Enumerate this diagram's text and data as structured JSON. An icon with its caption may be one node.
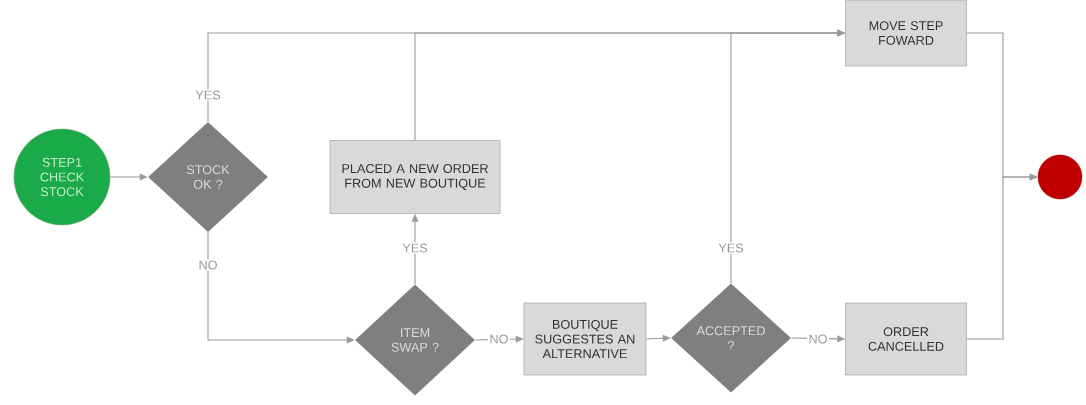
{
  "diagram": {
    "nodes": [
      {
        "text": [
          "STEP1 CHECK STOCK"
        ]
      },
      {
        "text": [
          "STOCK OK ?"
        ]
      },
      {
        "text": [
          "PLACED A NEW ORDER FROM NEW BOUTIQUE"
        ]
      },
      {
        "text": [
          "MOVE STEP FOWARD"
        ]
      },
      {
        "text": [
          "ITEM SWAP ?"
        ]
      },
      {
        "text": [
          "BOUTIQUE SUGGESTES AN ALTERNATIVE"
        ]
      },
      {
        "text": [
          "ACCEPTED ?"
        ]
      },
      {
        "text": [
          "ORDER CANCELLED"
        ]
      },
      {
        "text": [],
        "shape": "circle"
      }
    ],
    "edges": [
      {
        "from": 0,
        "to": 1,
        "arrow": "to"
      },
      {
        "from": 1,
        "to": 3,
        "arrow": "to",
        "label": "YES"
      },
      {
        "from": 1,
        "to": 4,
        "arrow": "to",
        "label": "NO"
      },
      {
        "from": 4,
        "to": 2,
        "arrow": "to",
        "label": "YES"
      },
      {
        "from": 4,
        "to": 5,
        "arrow": "to",
        "label": "NO"
      },
      {
        "from": 5,
        "to": 6,
        "arrow": "to"
      },
      {
        "from": 6,
        "to": 3,
        "arrow": "to",
        "label": "YES"
      },
      {
        "from": 6,
        "to": 7,
        "arrow": "to",
        "label": "NO"
      },
      {
        "from": 2,
        "to": 3,
        "arrow": "to"
      },
      {
        "from": 3,
        "to": 8,
        "arrow": "to"
      },
      {
        "from": 7,
        "to": 8,
        "arrow": "to"
      }
    ]
  }
}
